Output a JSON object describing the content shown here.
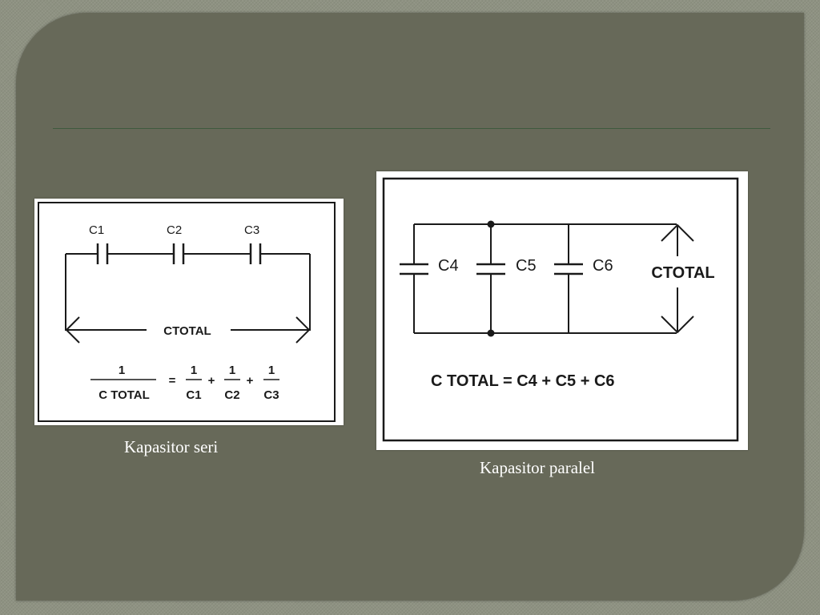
{
  "series_diagram": {
    "labels": {
      "c1": "C1",
      "c2": "C2",
      "c3": "C3",
      "total": "CTOTAL"
    },
    "formula": {
      "lhs_numerator": "1",
      "lhs_denominator": "C TOTAL",
      "equals": "=",
      "plus": "+",
      "terms": [
        {
          "numerator": "1",
          "denominator": "C1"
        },
        {
          "numerator": "1",
          "denominator": "C2"
        },
        {
          "numerator": "1",
          "denominator": "C3"
        }
      ]
    },
    "caption": "Kapasitor seri"
  },
  "parallel_diagram": {
    "labels": {
      "c4": "C4",
      "c5": "C5",
      "c6": "C6",
      "total": "CTOTAL"
    },
    "formula": "C TOTAL = C4 + C5 + C6",
    "caption": "Kapasitor paralel"
  }
}
